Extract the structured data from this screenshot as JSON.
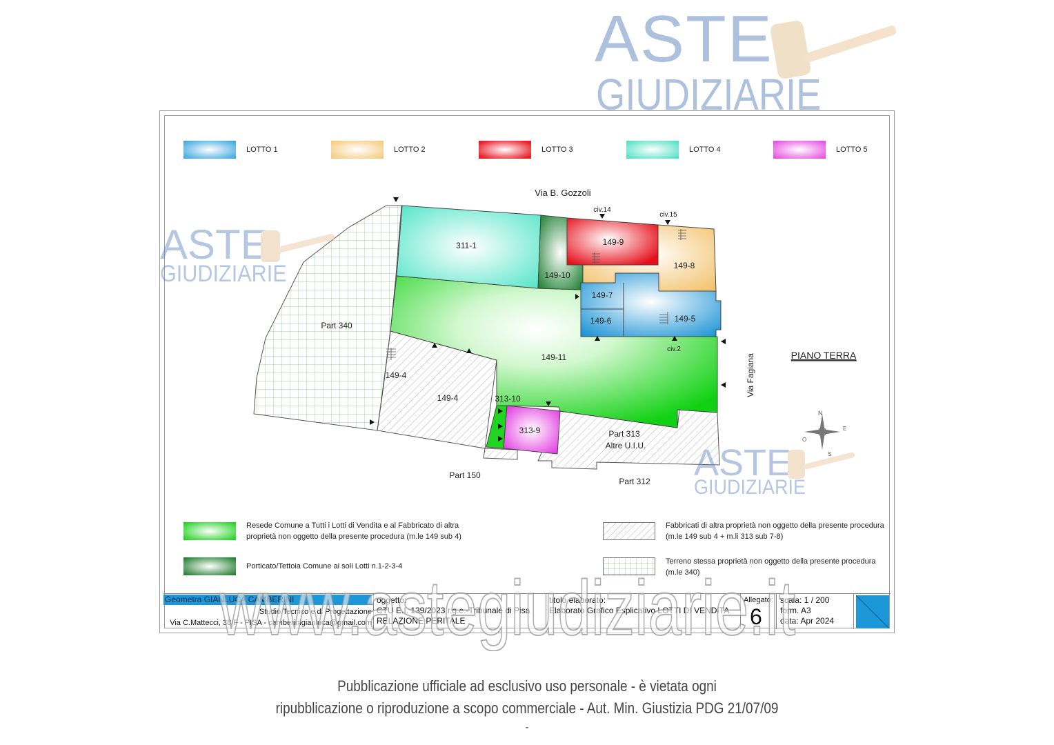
{
  "watermark": {
    "brand_line1": "ASTE",
    "brand_line2": "GIUDIZIARIE",
    "site": "www.astegiudiziarie.it"
  },
  "legend_lots": [
    {
      "label": "LOTTO 1",
      "color": "#3aa6df"
    },
    {
      "label": "LOTTO 2",
      "color": "#f5c97a"
    },
    {
      "label": "LOTTO 3",
      "color": "#e8202a"
    },
    {
      "label": "LOTTO 4",
      "color": "#4fe0c4"
    },
    {
      "label": "LOTTO 5",
      "color": "#e54ae0"
    }
  ],
  "plan": {
    "street_top": "Via B. Gozzoli",
    "street_right": "Via Fagiana",
    "civ14": "civ.14",
    "civ15": "civ.15",
    "civ2": "civ.2",
    "floor": "PIANO TERRA",
    "units": {
      "u311_1": "311-1",
      "u149_9": "149-9",
      "u149_8": "149-8",
      "u149_10": "149-10",
      "u149_7": "149-7",
      "u149_6": "149-6",
      "u149_5": "149-5",
      "u149_11": "149-11",
      "u149_4a": "149-4",
      "u149_4b": "149-4",
      "u313_10": "313-10",
      "u313_9": "313-9",
      "part340": "Part 340",
      "part313": "Part 313",
      "altre": "Altre U.I.U.",
      "part150": "Part 150",
      "part312": "Part 312"
    },
    "colors": {
      "common_green": "#1fd11f",
      "dark_green": "#1f7a2e",
      "hatch": "#b8b8b8",
      "grid_green": "#9fd79f"
    }
  },
  "legend_bottom": {
    "resede_line1": "Resede Comune a Tutti i Lotti di Vendita e al Fabbricato di altra",
    "resede_line2": "proprietà non oggetto della presente procedura (m.le 149 sub 4)",
    "porticato": "Porticato/Tettoia Comune ai soli Lotti n.1-2-3-4",
    "fabbricati_line1": "Fabbricati di altra proprietà non oggetto della presente procedura",
    "fabbricati_line2": "(m.le 149 sub 4 + m.li 313 sub 7-8)",
    "terreno_line1": "Terreno stessa proprietà non oggetto della presente procedura",
    "terreno_line2": "(m.le 340)"
  },
  "title_block": {
    "firm": "Geometra GIANLUCA CAMBERINI",
    "studio": "Studio Tecnico e di Progettazione",
    "address": "Via C.Mattecci, 38/F - PISA - camberinigianluca@gmail.com",
    "oggetto_label": "oggetto:",
    "oggetto_line1": "CTU E.I. 139/2023 r.g.e.-Tribunale di Pisa",
    "oggetto_line2": "RELAZIONE PERITALE",
    "titolo_label": "titolo elaborato:",
    "titolo_value": "Elaborato Grafico Esplicativo LOTTI DI VENDITA",
    "allegato_label": "Allegato:",
    "allegato_value": "6",
    "scala": "scala: 1 / 200",
    "form": "form. A3",
    "data": "data: Apr 2024"
  },
  "compass": {
    "n": "N",
    "e": "E",
    "s": "S",
    "o": "O"
  },
  "footer": {
    "line1": "Pubblicazione ufficiale ad esclusivo uso personale - è vietata ogni",
    "line2": "ripubblicazione o riproduzione a scopo commerciale - Aut. Min. Giustizia PDG 21/07/09",
    "line3": "-"
  }
}
